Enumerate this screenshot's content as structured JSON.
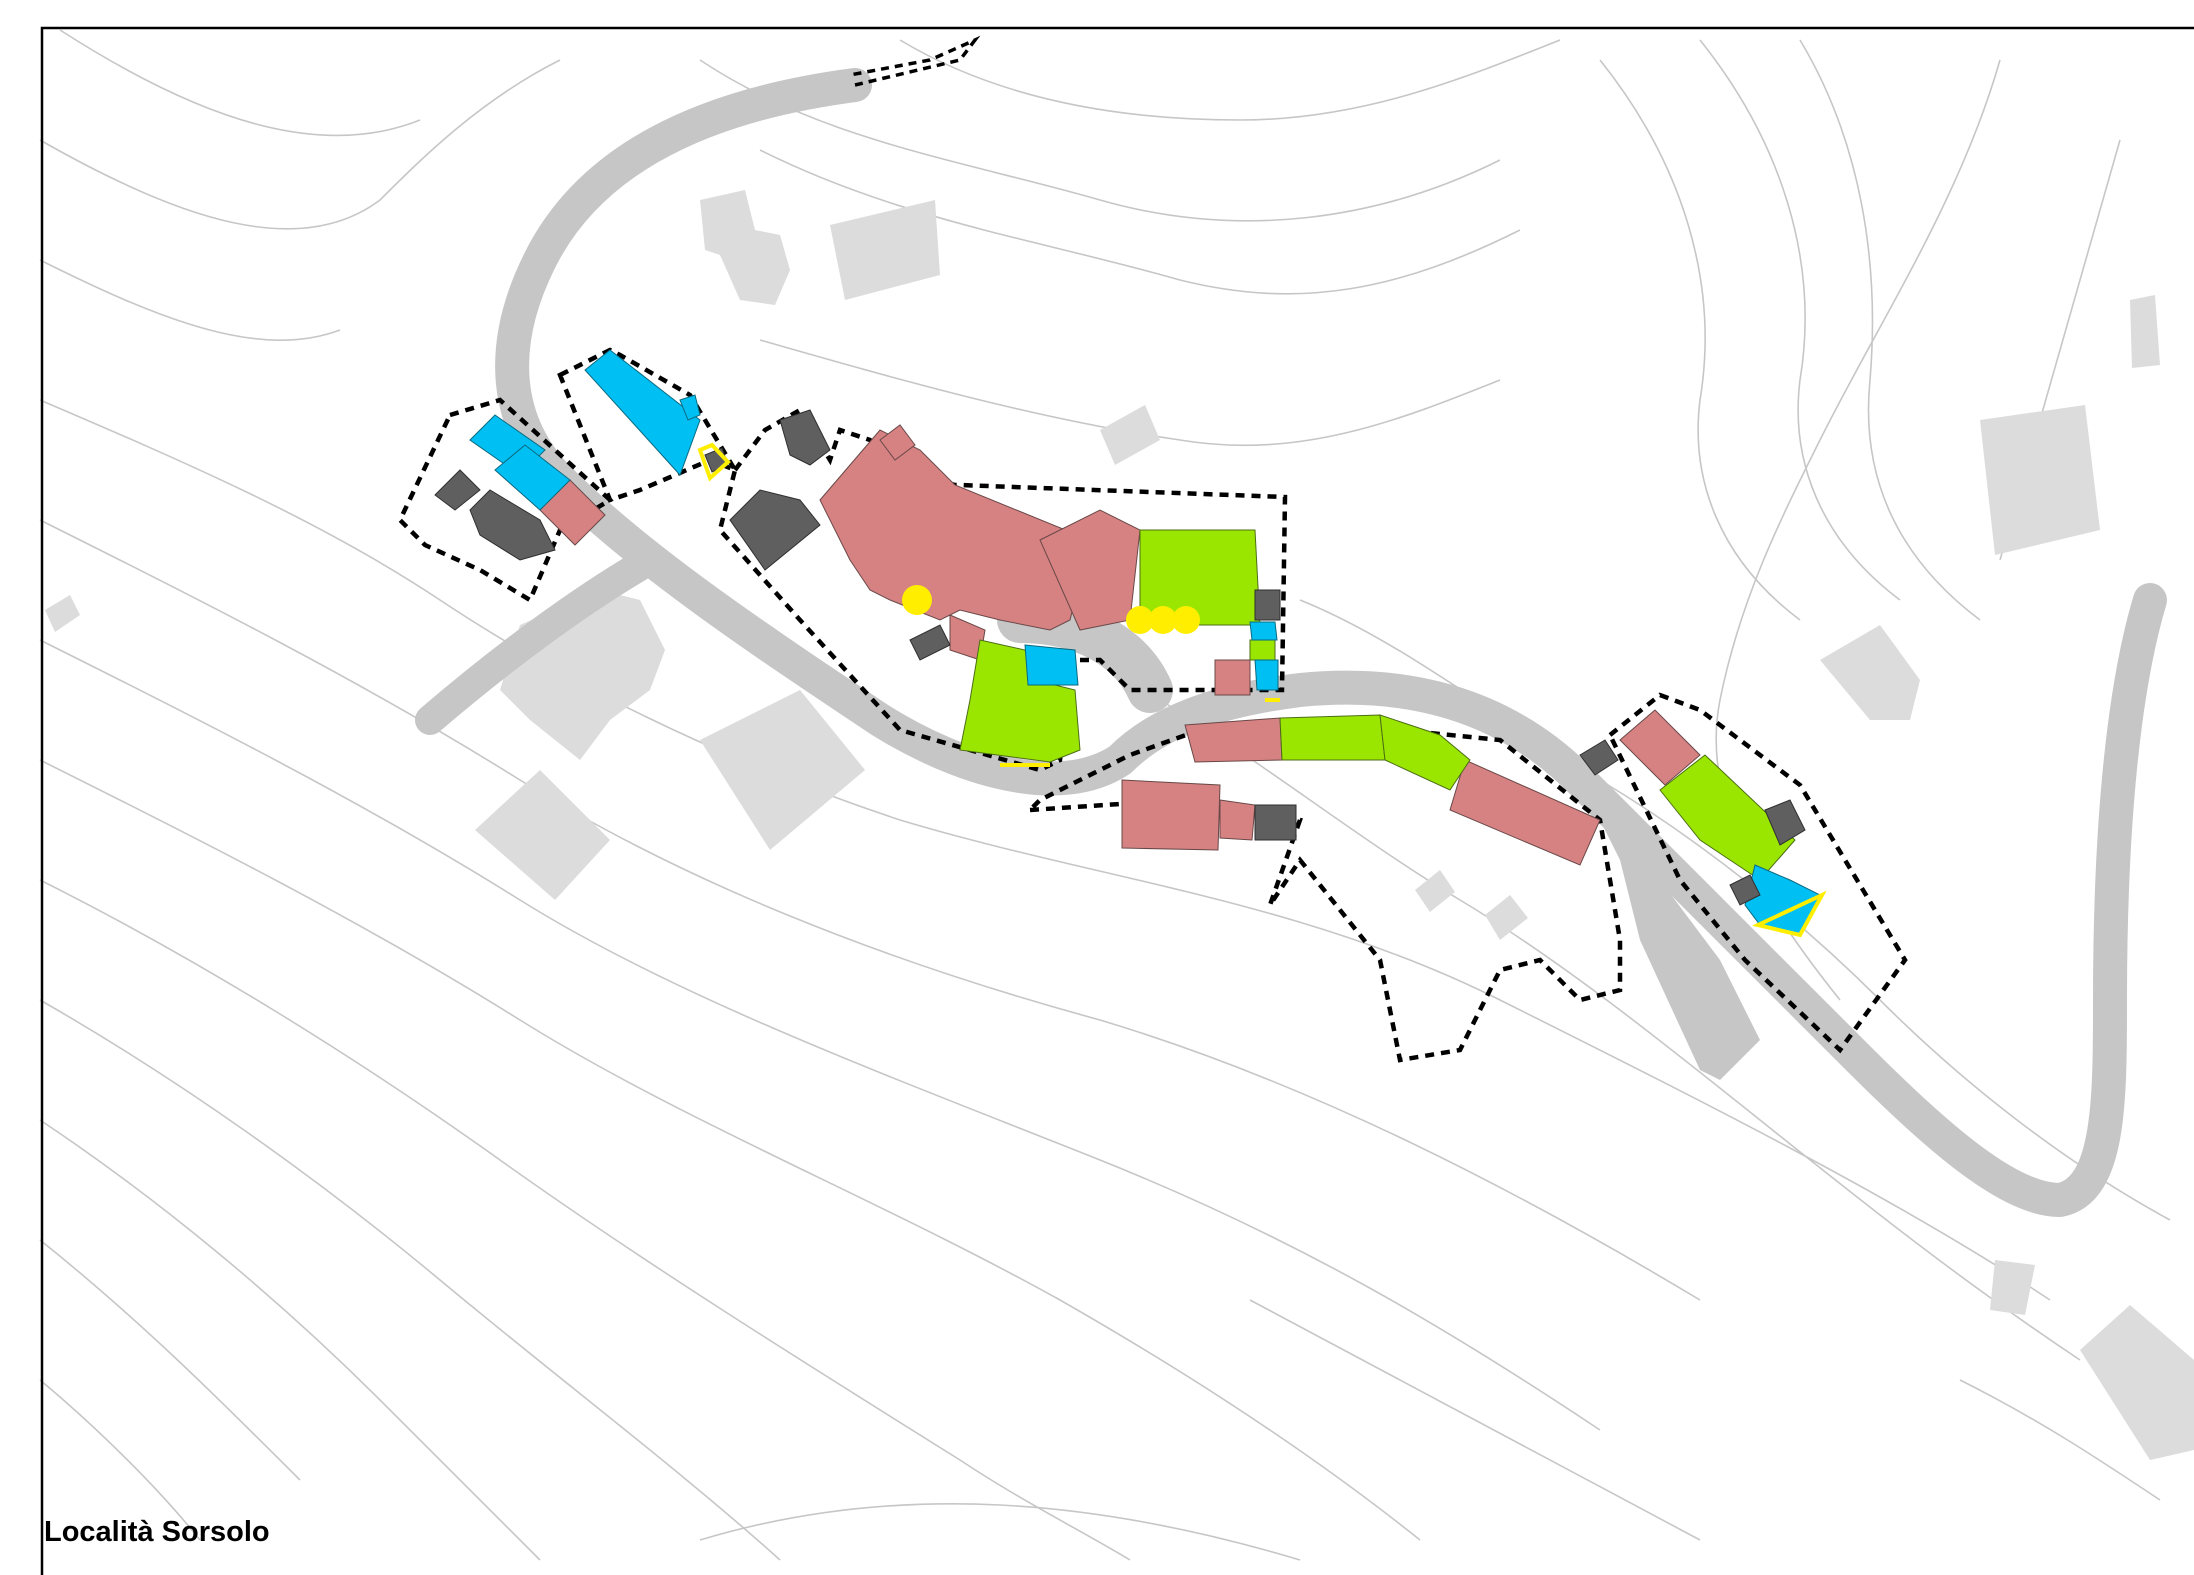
{
  "map": {
    "place_label": "Località Sorsolo",
    "colors": {
      "background": "#ffffff",
      "frame": "#000000",
      "contour": "#bdbdbd",
      "road": "#c6c6c6",
      "context_building": "#dcdcdc",
      "building_red": "#d68282",
      "building_green": "#9be600",
      "building_blue": "#00bff3",
      "building_darkgray": "#5f5f5f",
      "highlight_yellow": "#ffee00",
      "boundary": "#000000"
    },
    "legend_classes": [
      "building-red",
      "building-green",
      "building-blue",
      "building-darkgray",
      "point-yellow",
      "boundary-dashed"
    ]
  }
}
